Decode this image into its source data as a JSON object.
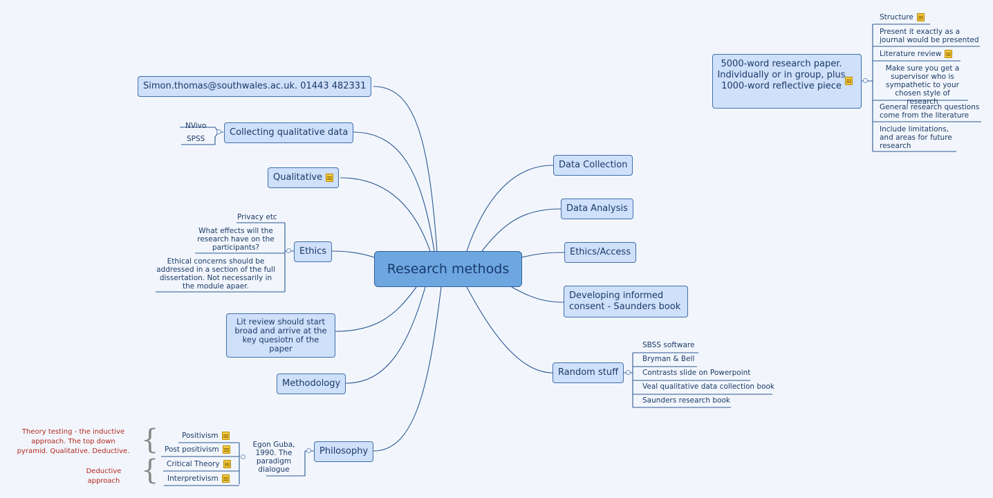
{
  "central": "Research methods",
  "left": {
    "contact": "Simon.thomas@southwales.ac.uk. 01443 482331",
    "collecting": {
      "label": "Collecting qualitative data",
      "children": [
        "NVivo",
        "SPSS"
      ]
    },
    "qualitative": "Qualitative",
    "ethics": {
      "label": "Ethics",
      "children": [
        "Privacy etc",
        "What effects will the research have on the participants?",
        "Ethical concerns should be addressed in a section of the full dissertation. Not necessarily in the module apaer."
      ]
    },
    "litreview": "Lit review should start broad and arrive at the key quesiotn of the paper",
    "methodology": "Methodology",
    "philosophy": {
      "label": "Philosophy",
      "sub": "Egon Guba, 1990. The paradigm dialogue",
      "children": [
        "Positivism",
        "Post positivism",
        "Critical Theory",
        "Interpretivism"
      ],
      "notes": [
        "Theory testing - the inductive approach. The top down pyramid. Qualitative. Deductive.",
        "Deductive approach"
      ]
    }
  },
  "right": {
    "data_collection": "Data Collection",
    "data_analysis": "Data Analysis",
    "ethics_access": "Ethics/Access",
    "consent": "Developing informed consent - Saunders book",
    "random": {
      "label": "Random stuff",
      "children": [
        "SBSS software",
        "Bryman & Bell",
        "Contrasts slide on Powerpoint",
        "Veal qualitative data collection book",
        "Saunders research book"
      ]
    }
  },
  "paper": {
    "label": "5000-word research paper. Individually or in group, plus 1000-word reflective piece",
    "children": [
      "Structure",
      "Present it exactly as a journal would be presented",
      "Literature review",
      "Make sure you get a supervisor who is sympathetic to your chosen style of research",
      "General research questions come from the literature",
      "Include limitations, and areas for future research"
    ]
  },
  "colors": {
    "line": "#2a5590",
    "node_fill": "#cfe0fb",
    "central_fill": "#6ea6e0",
    "note_text": "#b3261e"
  },
  "icons": [
    "note-icon",
    "collapse-icon",
    "brace-icon"
  ]
}
